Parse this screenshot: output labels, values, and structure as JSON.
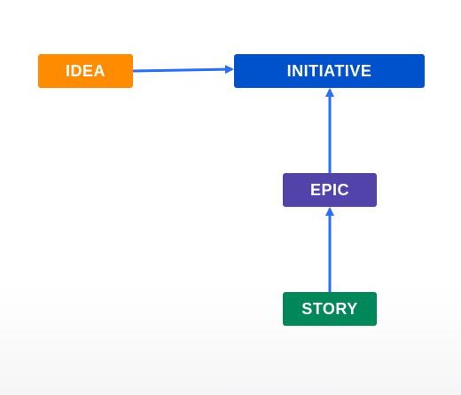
{
  "nodes": {
    "idea": {
      "label": "IDEA",
      "color": "#ff8b00"
    },
    "initiative": {
      "label": "INITIATIVE",
      "color": "#0052cc"
    },
    "epic": {
      "label": "EPIC",
      "color": "#5243aa"
    },
    "story": {
      "label": "STORY",
      "color": "#00875a"
    }
  },
  "edges": [
    {
      "from": "idea",
      "to": "initiative"
    },
    {
      "from": "epic",
      "to": "initiative"
    },
    {
      "from": "story",
      "to": "epic"
    }
  ],
  "connector_color": "#2a6ef2"
}
